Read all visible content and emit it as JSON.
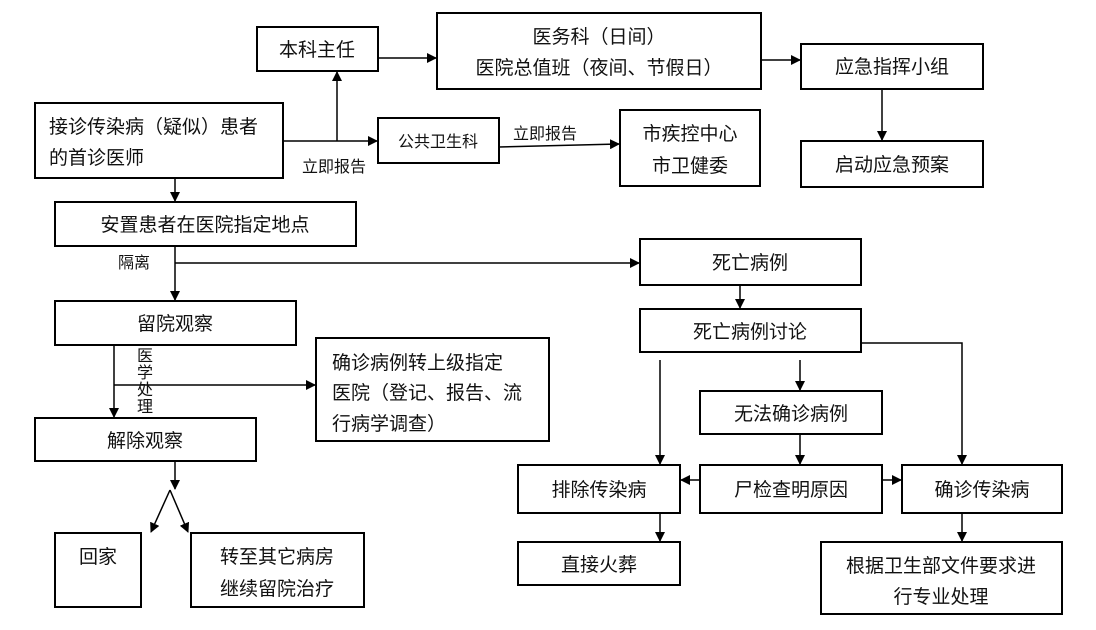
{
  "nodes": {
    "director": "本科主任",
    "medical_affairs": [
      "医务科（日间）",
      "医院总值班（夜间、节假日）"
    ],
    "emergency_group": "应急指挥小组",
    "first_doctor": [
      "接诊传染病（疑似）患者",
      "的首诊医师"
    ],
    "public_health": "公共卫生科",
    "cdc": [
      "市疾控中心",
      "市卫健委"
    ],
    "emergency_plan": "启动应急预案",
    "place_patient": "安置患者在医院指定地点",
    "death_case": "死亡病例",
    "observe": "留院观察",
    "death_discussion": "死亡病例讨论",
    "transfer_confirmed": [
      "确诊病例转上级指定",
      "医院（登记、报告、流",
      "行病学调查）"
    ],
    "release": "解除观察",
    "undiagnosable": "无法确诊病例",
    "exclude": "排除传染病",
    "autopsy": "尸检查明原因",
    "confirmed": "确诊传染病",
    "go_home": "回家",
    "transfer_ward": [
      "转至其它病房",
      "继续留院治疗"
    ],
    "cremation": "直接火葬",
    "per_regulation": [
      "根据卫生部文件要求进",
      "行专业处理"
    ]
  },
  "labels": {
    "report_now_1": "立即报告",
    "report_now_2": "立即报告",
    "isolation": "隔离",
    "medical_treatment": [
      "医",
      "学",
      "处",
      "理"
    ]
  }
}
